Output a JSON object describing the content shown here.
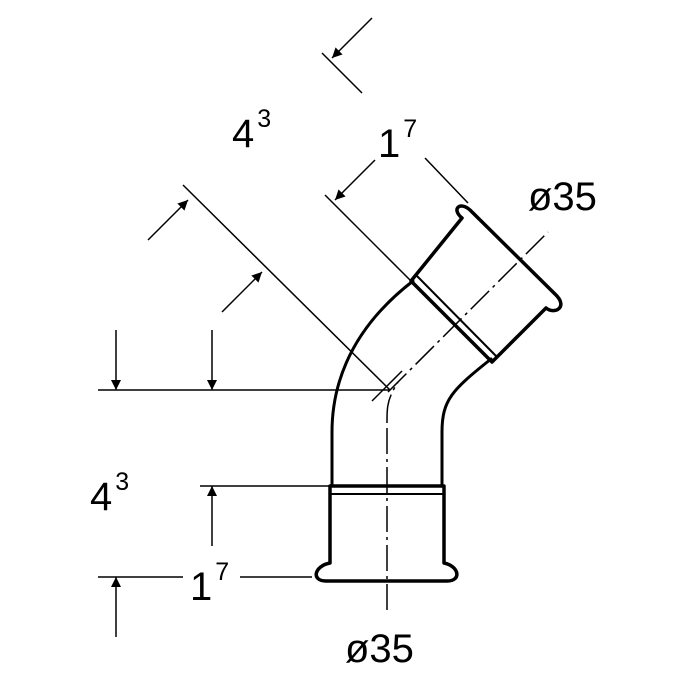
{
  "dimensions": {
    "diameter_top": "ø35",
    "diameter_bottom": "ø35",
    "insertion_top": {
      "base": "1",
      "sup": "7"
    },
    "insertion_bottom": {
      "base": "1",
      "sup": "7"
    },
    "length_top": {
      "base": "4",
      "sup": "3"
    },
    "length_bottom": {
      "base": "4",
      "sup": "3"
    }
  }
}
